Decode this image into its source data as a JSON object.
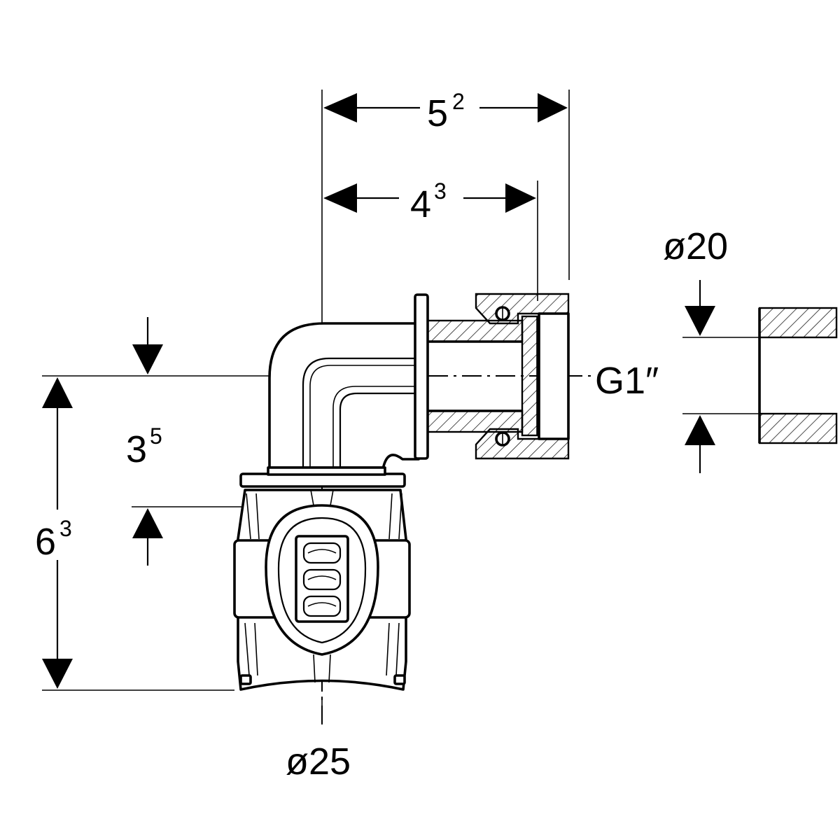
{
  "dimensions": {
    "overall_width": {
      "base": "5",
      "exp": "2"
    },
    "inner_width": {
      "base": "4",
      "exp": "3"
    },
    "height": {
      "base": "6",
      "exp": "3"
    },
    "offset": {
      "base": "3",
      "exp": "5"
    }
  },
  "labels": {
    "pipe_diameter_right": "ø20",
    "pipe_diameter_bottom": "ø25",
    "thread": "G1″"
  }
}
